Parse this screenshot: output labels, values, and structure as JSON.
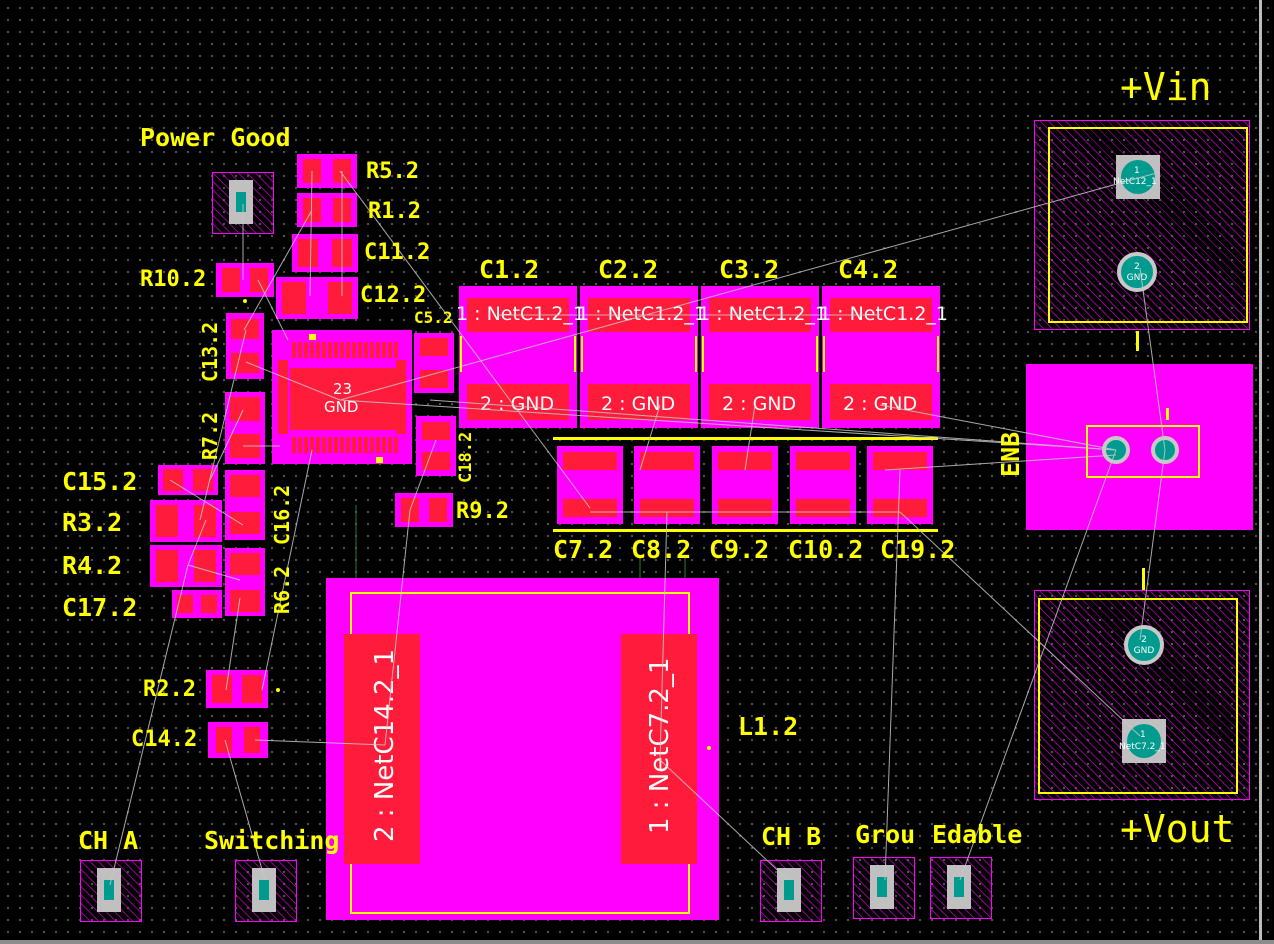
{
  "labels": {
    "power_good": "Power Good",
    "vin": "+Vin",
    "vout": "+Vout",
    "enb": "ENB",
    "ch_a": "CH A",
    "switching": "Switching",
    "ch_b": "CH B",
    "ground": "Grou",
    "enable": "Edable",
    "r5": "R5.2",
    "r1": "R1.2",
    "c11": "C11.2",
    "c12": "C12.2",
    "r10": "R10.2",
    "c13": "C13.2",
    "r7": "R7.2",
    "c15": "C15.2",
    "r3": "R3.2",
    "r4": "R4.2",
    "c17": "C17.2",
    "c16": "C16.2",
    "r6": "R6.2",
    "c5": "C5.2",
    "c18": "C18.2",
    "r9": "R9.2",
    "r2": "R2.2",
    "c14": "C14.2",
    "l1": "L1.2",
    "c1": "C1.2",
    "c2": "C2.2",
    "c3": "C3.2",
    "c4": "C4.2",
    "c7": "C7.2",
    "c8": "C8.2",
    "c9": "C9.2",
    "c10": "C10.2",
    "c19": "C19.2"
  },
  "pads": {
    "cap_top": "1 : NetC1.2_1",
    "cap_gnd": "2 : GND",
    "ic_num": "23",
    "ic_net": "GND",
    "inductor_left": "2 : NetC14.2_1",
    "inductor_right": "1 : NetC7.2_1",
    "vin_pin1_num": "1",
    "vin_pin1_net": "NetC12_1",
    "vin_pin2_num": "2",
    "vin_pin2_net": "GND",
    "vout_pin2_num": "2",
    "vout_pin2_net": "GND",
    "vout_pin1_num": "1",
    "vout_pin1_net": "NetC7.2_1"
  },
  "colors": {
    "background": "#000000",
    "silkscreen": "#ffff00",
    "copper_top": "#ff00ff",
    "pad": "#ff1b3a",
    "ratsnest": "#c8c8c8",
    "via": "#009b8e"
  }
}
